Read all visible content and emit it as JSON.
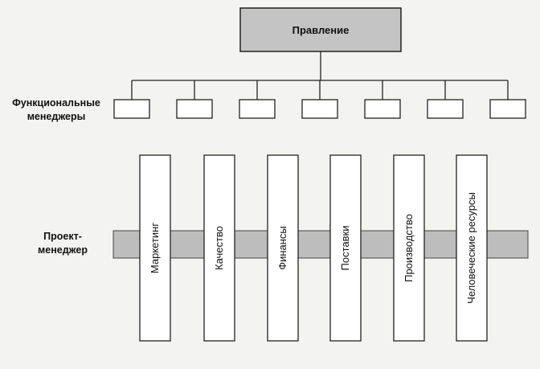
{
  "board": {
    "label": "Правление"
  },
  "functional_managers": {
    "label_line1": "Функциональные",
    "label_line2": "менеджеры",
    "box_count": 7
  },
  "project_manager": {
    "label_line1": "Проект-",
    "label_line2": "менеджер"
  },
  "departments": [
    "Маркетинг",
    "Качество",
    "Финансы",
    "Поставки",
    "Производство",
    "Человеческие ресурсы"
  ],
  "colors": {
    "board_fill": "#c4c4c4",
    "band_fill": "#bdbdbd",
    "line": "#222222",
    "box_fill": "#ffffff"
  }
}
